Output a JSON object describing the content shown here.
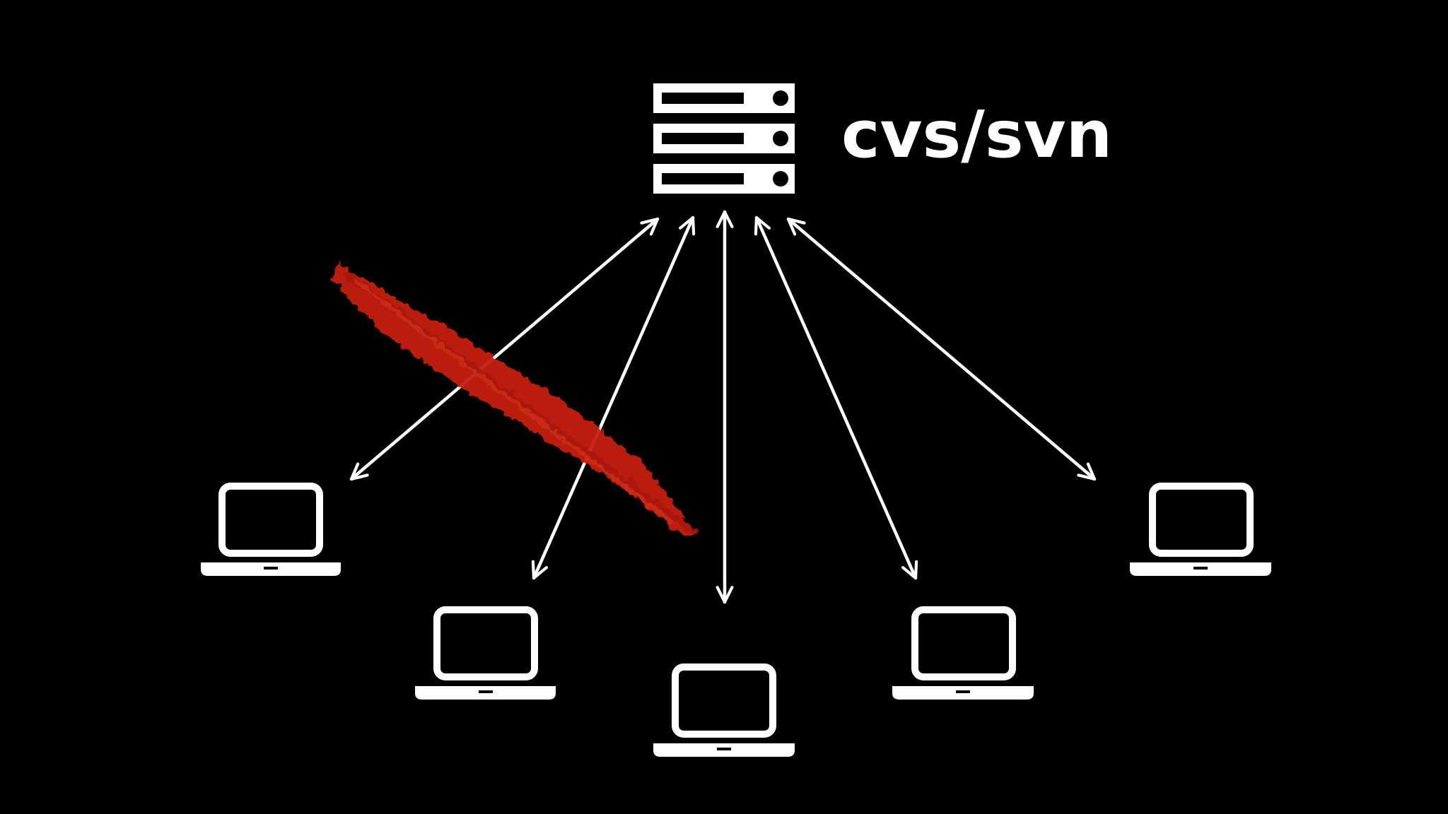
{
  "slide": {
    "background_color": "#000000",
    "foreground_color": "#ffffff",
    "strike_color": "#c41e0e"
  },
  "server": {
    "icon": "server-rack-icon",
    "label": "cvs/svn"
  },
  "clients": [
    {
      "icon": "laptop-icon"
    },
    {
      "icon": "laptop-icon"
    },
    {
      "icon": "laptop-icon"
    },
    {
      "icon": "laptop-icon"
    },
    {
      "icon": "laptop-icon"
    },
    {
      "icon": "laptop-icon"
    }
  ],
  "connections": [
    {
      "client": 0,
      "type": "bidirectional-arrow",
      "crossed_out": true
    },
    {
      "client": 1,
      "type": "bidirectional-arrow",
      "crossed_out": false
    },
    {
      "client": 2,
      "type": "bidirectional-arrow",
      "crossed_out": false
    },
    {
      "client": 3,
      "type": "bidirectional-arrow",
      "crossed_out": false
    },
    {
      "client": 4,
      "type": "bidirectional-arrow",
      "crossed_out": false
    }
  ]
}
